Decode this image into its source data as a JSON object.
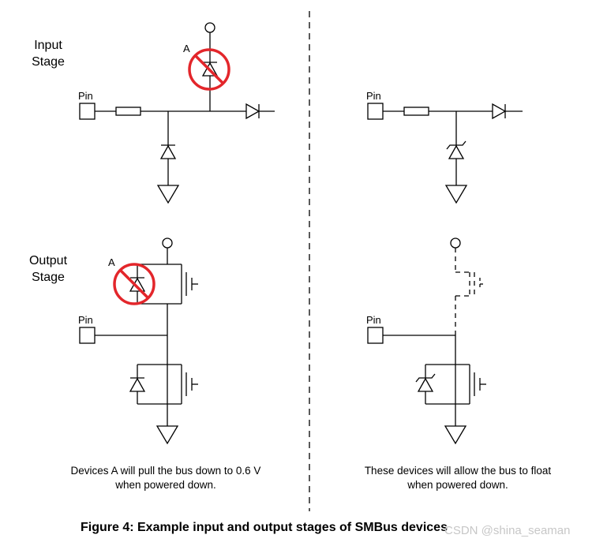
{
  "left_panel": {
    "input_stage_label": "Input\nStage",
    "output_stage_label": "Output\nStage",
    "pin_label_input": "Pin",
    "pin_label_output": "Pin",
    "device_tag_input": "A",
    "device_tag_output": "A",
    "caption": "Devices A will pull the bus down to 0.6 V\nwhen powered down."
  },
  "right_panel": {
    "pin_label_input": "Pin",
    "pin_label_output": "Pin",
    "caption": "These devices will allow the bus to float\nwhen powered down."
  },
  "figure_title": "Figure 4: Example input and output stages of SMBus devices",
  "watermark": "CSDN @shina_seaman",
  "colors": {
    "line": "#000000",
    "prohibit": "#e3262b",
    "watermark": "#c7c7c7"
  }
}
